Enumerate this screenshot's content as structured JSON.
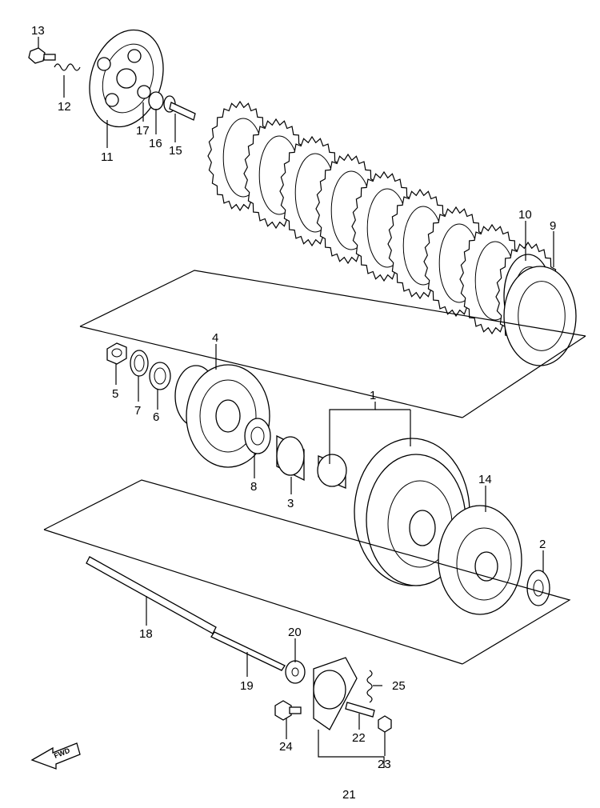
{
  "diagram": {
    "callouts": [
      "1",
      "2",
      "3",
      "4",
      "5",
      "6",
      "7",
      "8",
      "9",
      "10",
      "11",
      "12",
      "13",
      "14",
      "15",
      "16",
      "17",
      "18",
      "19",
      "20",
      "21",
      "22",
      "23",
      "24",
      "25"
    ],
    "fwd_badge": "FWD"
  }
}
